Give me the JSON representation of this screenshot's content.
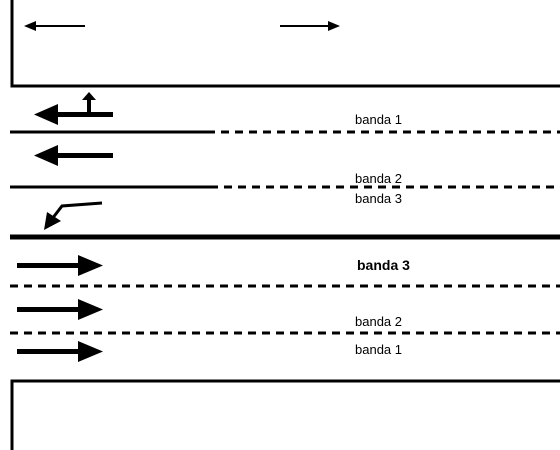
{
  "labels": {
    "upper_band_1": "banda 1",
    "upper_band_2": "banda 2",
    "upper_band_3": "banda 3",
    "lower_band_3": "banda 3",
    "lower_band_2": "banda 2",
    "lower_band_1": "banda 1"
  },
  "colors": {
    "ink": "#000000",
    "background": "#ffffff"
  },
  "icons": {
    "top_left": "arrow-left-icon",
    "top_right": "arrow-right-icon",
    "lane1": "arrow-left-with-turn-up-icon",
    "lane2": "arrow-left-icon",
    "lane3": "arrow-down-left-icon",
    "lower_lanes": "arrow-right-icon"
  }
}
